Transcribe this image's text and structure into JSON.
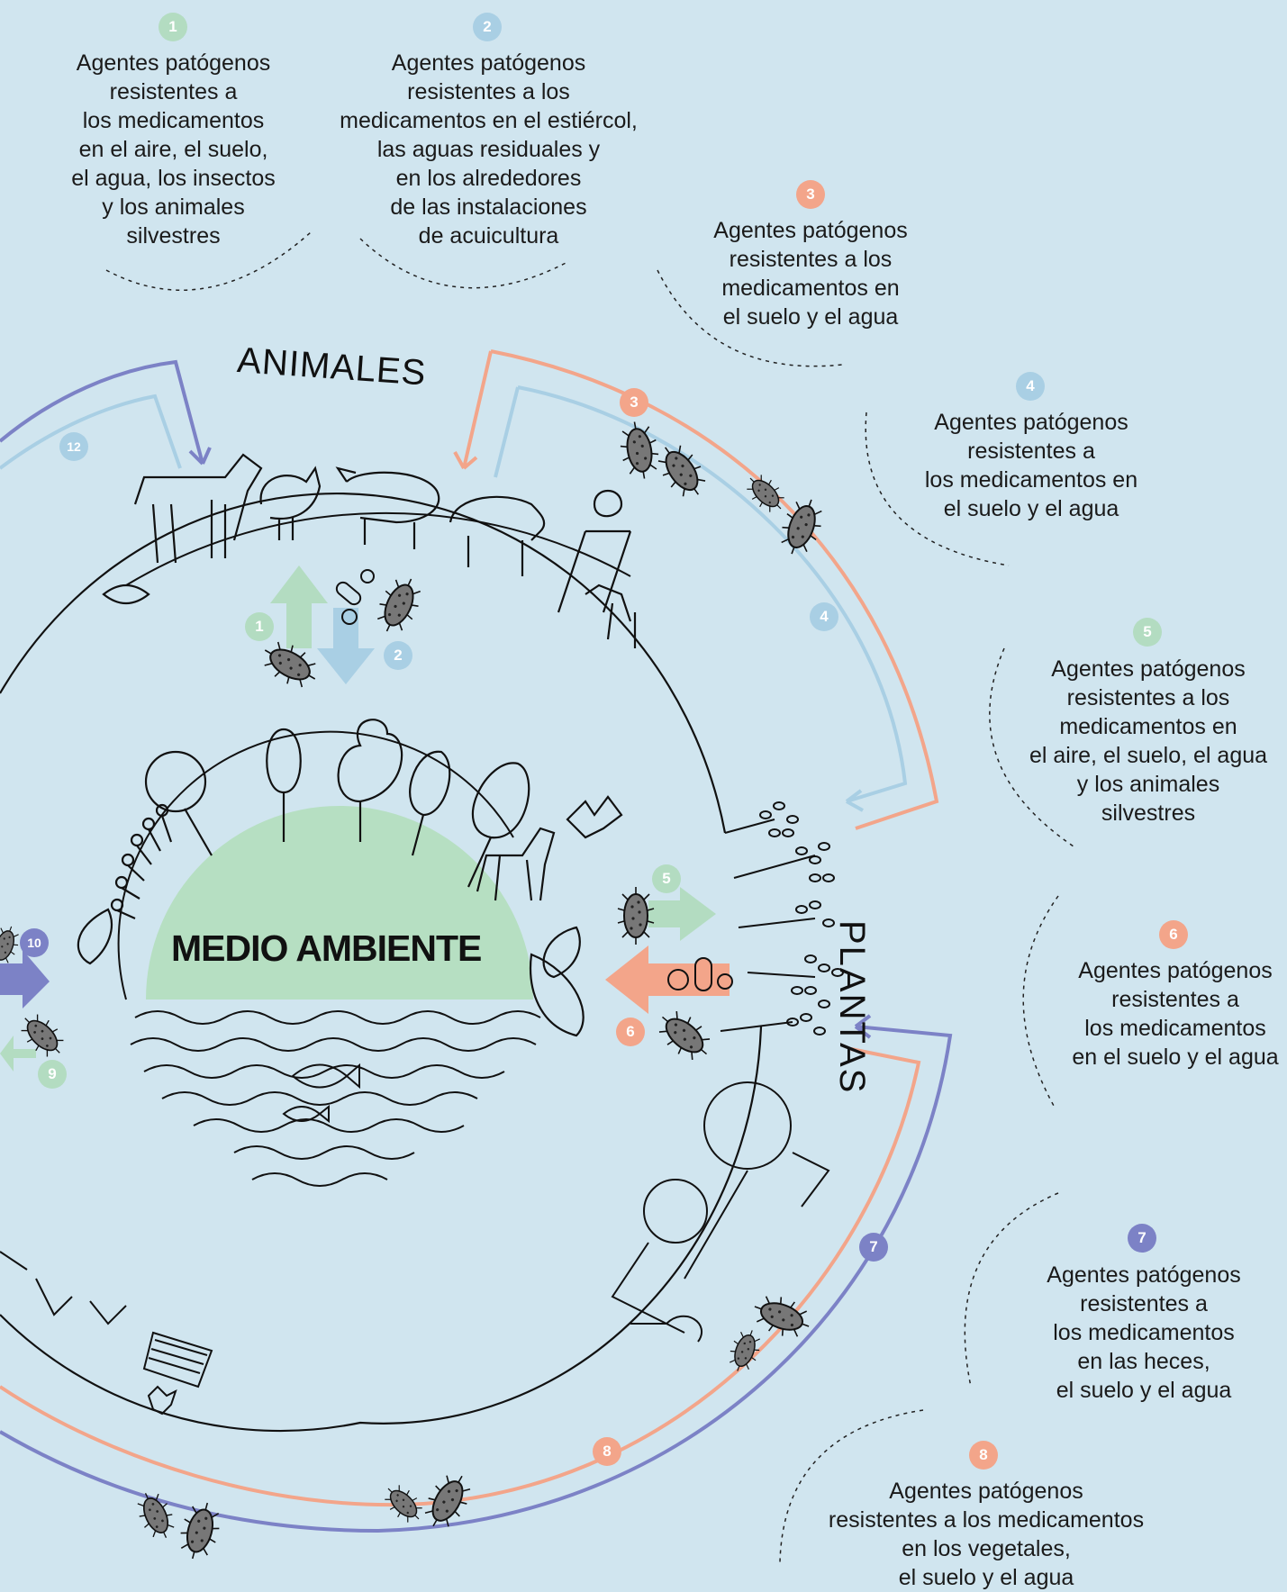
{
  "colors": {
    "background": "#d0e5ef",
    "green": "#b3dcc1",
    "blue": "#a9cfe4",
    "orange": "#f3a58a",
    "purple": "#7c82c6",
    "earth": "#b6dfc2",
    "bacteria": "#777777"
  },
  "sections": {
    "animales": "ANIMALES",
    "plantas": "PLANTAS",
    "medio_ambiente": "MEDIO AMBIENTE"
  },
  "notes": [
    {
      "num": "1",
      "color": "green",
      "text": "Agentes patógenos\nresistentes a\nlos medicamentos\nen el aire, el suelo,\nel agua, los insectos\ny los animales\nsilvestres"
    },
    {
      "num": "2",
      "color": "blue",
      "text": "Agentes patógenos\nresistentes a los\nmedicamentos en el estiércol,\nlas aguas residuales y\nen los alrededores\nde las instalaciones\nde acuicultura"
    },
    {
      "num": "3",
      "color": "orange",
      "text": "Agentes patógenos\nresistentes a los\nmedicamentos en\nel suelo y el agua"
    },
    {
      "num": "4",
      "color": "blue",
      "text": "Agentes patógenos\nresistentes a\nlos medicamentos en\nel suelo y el agua"
    },
    {
      "num": "5",
      "color": "green",
      "text": "Agentes patógenos\nresistentes a los\nmedicamentos en\nel aire, el suelo, el agua\ny los animales\nsilvestres"
    },
    {
      "num": "6",
      "color": "orange",
      "text": "Agentes patógenos\nresistentes a\nlos medicamentos\nen el suelo y el agua"
    },
    {
      "num": "7",
      "color": "purple",
      "text": "Agentes patógenos\nresistentes a\nlos medicamentos\nen las heces,\nel suelo y el agua"
    },
    {
      "num": "8",
      "color": "orange",
      "text": "Agentes patógenos\nresistentes a los medicamentos\nen los vegetales,\nel suelo y el agua"
    }
  ],
  "diagram_badges": [
    {
      "num": "1",
      "color": "green"
    },
    {
      "num": "2",
      "color": "blue"
    },
    {
      "num": "3",
      "color": "orange"
    },
    {
      "num": "4",
      "color": "blue"
    },
    {
      "num": "5",
      "color": "green"
    },
    {
      "num": "6",
      "color": "orange"
    },
    {
      "num": "7",
      "color": "purple"
    },
    {
      "num": "8",
      "color": "orange"
    },
    {
      "num": "9",
      "color": "green"
    },
    {
      "num": "10",
      "color": "purple"
    },
    {
      "num": "12",
      "color": "blue"
    }
  ]
}
